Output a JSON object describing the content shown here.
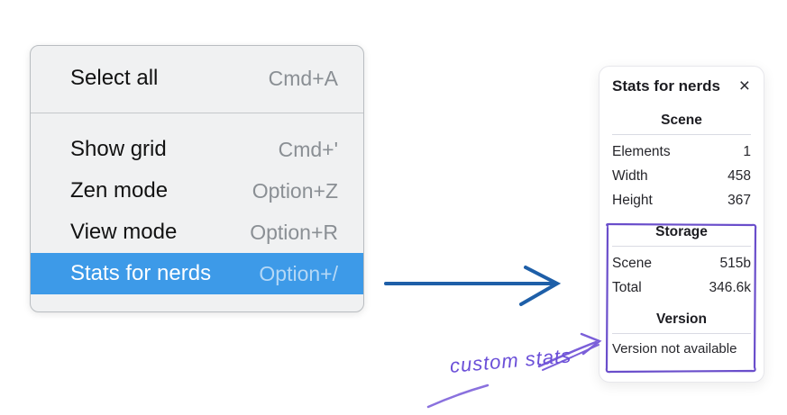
{
  "context_menu": {
    "groups": [
      {
        "items": [
          {
            "label": "Select all",
            "shortcut": "Cmd+A",
            "highlighted": false
          }
        ]
      },
      {
        "items": [
          {
            "label": "Show grid",
            "shortcut": "Cmd+'",
            "highlighted": false
          },
          {
            "label": "Zen mode",
            "shortcut": "Option+Z",
            "highlighted": false
          },
          {
            "label": "View mode",
            "shortcut": "Option+R",
            "highlighted": false
          },
          {
            "label": "Stats for nerds",
            "shortcut": "Option+/",
            "highlighted": true
          }
        ]
      }
    ]
  },
  "stats_panel": {
    "title": "Stats for nerds",
    "close_icon": "×",
    "sections": [
      {
        "heading": "Scene",
        "rows": [
          {
            "label": "Elements",
            "value": "1"
          },
          {
            "label": "Width",
            "value": "458"
          },
          {
            "label": "Height",
            "value": "367"
          }
        ]
      },
      {
        "heading": "Storage",
        "rows": [
          {
            "label": "Scene",
            "value": "515b"
          },
          {
            "label": "Total",
            "value": "346.6k"
          }
        ]
      },
      {
        "heading": "Version",
        "rows": [],
        "note": "Version not available"
      }
    ]
  },
  "annotation": {
    "label": "custom stats"
  },
  "colors": {
    "menu_highlight_blue": "#3d9ae8",
    "menu_background": "#f0f1f2",
    "arrow_blue": "#1e5fa8",
    "annotation_purple": "#6b4fd8",
    "highlight_box_purple": "#6a4ecb"
  }
}
